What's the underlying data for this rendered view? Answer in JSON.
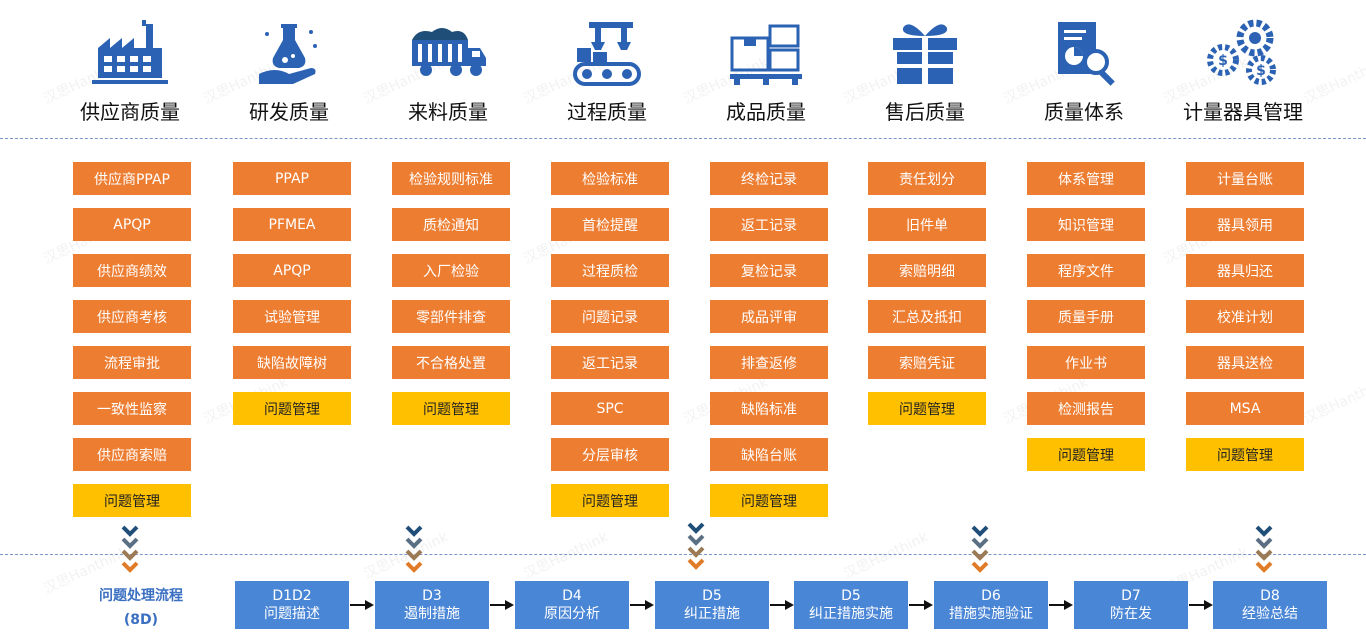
{
  "colors": {
    "item_fill": "#ed7d31",
    "item_text": "#ffffff",
    "issue_fill": "#ffc000",
    "issue_text": "#222222",
    "step_fill": "#4a86d6",
    "flow_label": "#3a6fc1",
    "icon_primary": "#2b62b3",
    "chevron_dark": "#1f4e79",
    "chevron_mid": "#5a6f84",
    "chevron_brown": "#9b7a55",
    "chevron_orange": "#e07b27"
  },
  "watermark": "汉思Hanthink",
  "categories": [
    {
      "title": "供应商质量",
      "icon": "factory-icon",
      "items": [
        "供应商PPAP",
        "APQP",
        "供应商绩效",
        "供应商考核",
        "流程审批",
        "一致性监察",
        "供应商索赔"
      ],
      "issue": "问题管理"
    },
    {
      "title": "研发质量",
      "icon": "lab-flask-hand-icon",
      "items": [
        "PPAP",
        "PFMEA",
        "APQP",
        "试验管理",
        "缺陷故障树"
      ],
      "issue": "问题管理"
    },
    {
      "title": "来料质量",
      "icon": "truck-icon",
      "items": [
        "检验规则标准",
        "质检通知",
        "入厂检验",
        "零部件排查",
        "不合格处置"
      ],
      "issue": "问题管理"
    },
    {
      "title": "过程质量",
      "icon": "conveyor-robot-icon",
      "items": [
        "检验标准",
        "首检提醒",
        "过程质检",
        "问题记录",
        "返工记录",
        "SPC",
        "分层审核"
      ],
      "issue": "问题管理"
    },
    {
      "title": "成品质量",
      "icon": "boxes-icon",
      "items": [
        "终检记录",
        "返工记录",
        "复检记录",
        "成品评审",
        "排查返修",
        "缺陷标准",
        "缺陷台账"
      ],
      "issue": "问题管理"
    },
    {
      "title": "售后质量",
      "icon": "gift-box-icon",
      "items": [
        "责任划分",
        "旧件单",
        "索赔明细",
        "汇总及抵扣",
        "索赔凭证"
      ],
      "issue": "问题管理"
    },
    {
      "title": "质量体系",
      "icon": "report-magnifier-icon",
      "items": [
        "体系管理",
        "知识管理",
        "程序文件",
        "质量手册",
        "作业书",
        "检测报告"
      ],
      "issue": "问题管理"
    },
    {
      "title": "计量器具管理",
      "icon": "gears-dollar-icon",
      "items": [
        "计量台账",
        "器具领用",
        "器具归还",
        "校准计划",
        "器具送检",
        "MSA"
      ],
      "issue": "问题管理"
    }
  ],
  "flow": {
    "label_line1": "问题处理流程",
    "label_line2": "(8D)",
    "steps": [
      {
        "code": "D1D2",
        "name": "问题描述"
      },
      {
        "code": "D3",
        "name": "遏制措施"
      },
      {
        "code": "D4",
        "name": "原因分析"
      },
      {
        "code": "D5",
        "name": "纠正措施"
      },
      {
        "code": "D5",
        "name": "纠正措施实施"
      },
      {
        "code": "D6",
        "name": "措施实施验证"
      },
      {
        "code": "D7",
        "name": "防在发"
      },
      {
        "code": "D8",
        "name": "经验总结"
      }
    ]
  }
}
